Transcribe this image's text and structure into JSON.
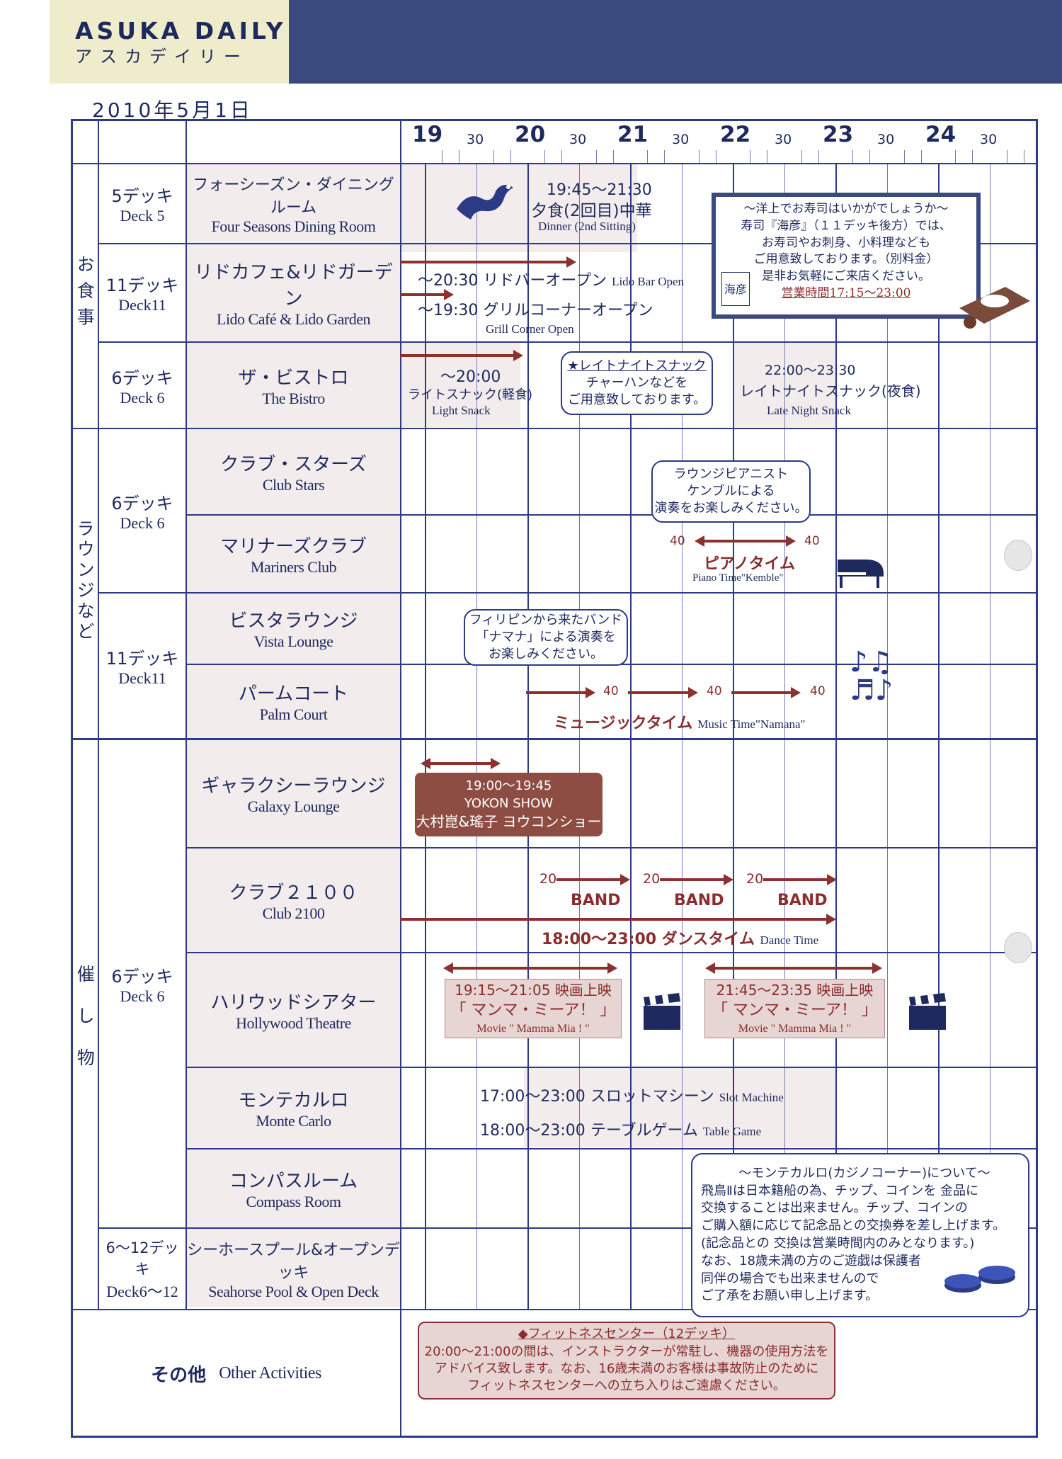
{
  "header": {
    "brand_en": "ASUKA DAILY",
    "brand_jp": "アスカデイリー",
    "date": "2010年5月1日"
  },
  "timeline": {
    "hours": [
      "19",
      "20",
      "21",
      "22",
      "23",
      "24"
    ],
    "half": "30"
  },
  "categories": {
    "dining": "お食事",
    "lounge": "ラウンジなど",
    "events": "催し物",
    "other": "その他",
    "other_en": "Other Activities"
  },
  "decks": {
    "d5": {
      "jp": "5デッキ",
      "en": "Deck 5"
    },
    "d11a": {
      "jp": "11デッキ",
      "en": "Deck11"
    },
    "d6a": {
      "jp": "6デッキ",
      "en": "Deck 6"
    },
    "d6b": {
      "jp": "6デッキ",
      "en": "Deck 6"
    },
    "d11b": {
      "jp": "11デッキ",
      "en": "Deck11"
    },
    "d6c": {
      "jp": "6デッキ",
      "en": "Deck 6"
    },
    "d612": {
      "jp": "6〜12デッキ",
      "en": "Deck6〜12"
    }
  },
  "venues": {
    "four_seasons": {
      "jp": "フォーシーズン・ダイニングルーム",
      "en": "Four Seasons Dining Room"
    },
    "lido": {
      "jp": "リドカフェ&リドガーデン",
      "en": "Lido Café & Lido Garden"
    },
    "bistro": {
      "jp": "ザ・ビストロ",
      "en": "The Bistro"
    },
    "club_stars": {
      "jp": "クラブ・スターズ",
      "en": "Club Stars"
    },
    "mariners": {
      "jp": "マリナーズクラブ",
      "en": "Mariners Club"
    },
    "vista": {
      "jp": "ビスタラウンジ",
      "en": "Vista Lounge"
    },
    "palm": {
      "jp": "パームコート",
      "en": "Palm Court"
    },
    "galaxy": {
      "jp": "ギャラクシーラウンジ",
      "en": "Galaxy Lounge"
    },
    "club2100": {
      "jp": "クラブ２１００",
      "en": "Club 2100"
    },
    "hollywood": {
      "jp": "ハリウッドシアター",
      "en": "Hollywood Theatre"
    },
    "monte": {
      "jp": "モンテカルロ",
      "en": "Monte Carlo"
    },
    "compass": {
      "jp": "コンパスルーム",
      "en": "Compass Room"
    },
    "seahorse": {
      "jp": "シーホースプール&オープンデッキ",
      "en": "Seahorse Pool & Open Deck"
    }
  },
  "events": {
    "dinner_time": "19:45〜21:30",
    "dinner_jp": "夕食(2回目)中華",
    "dinner_en": "Dinner (2nd Sitting)",
    "lido_bar_jp": "〜20:30 リドバーオープン",
    "lido_bar_en": "Lido Bar Open",
    "grill_jp": "〜19:30 グリルコーナーオープン",
    "grill_en": "Grill Corner Open",
    "light_time": "〜20:00",
    "light_jp": "ライトスナック(軽食)",
    "light_en": "Light Snack",
    "late_bubble_1": "★レイトナイトスナック",
    "late_bubble_2": "チャーハンなどを",
    "late_bubble_3": "ご用意致しております。",
    "late_time": "22:00〜23:30",
    "late_jp": "レイトナイトスナック(夜食)",
    "late_en": "Late Night Snack",
    "sushi_1": "〜洋上でお寿司はいかがでしょうか〜",
    "sushi_2": "寿司『海彦』（１１デッキ後方）では、",
    "sushi_3": "お寿司やお刺身、小料理なども",
    "sushi_4": "ご用意致しております。（別料金）",
    "sushi_5": "是非お気軽にご来店ください。",
    "sushi_hours": "営業時間17:15〜23:00",
    "sushi_logo": "海彦",
    "piano_bubble_1": "ラウンジピアニスト",
    "piano_bubble_2": "ケンブルによる",
    "piano_bubble_3": "演奏をお楽しみください。",
    "piano_num_l": "40",
    "piano_num_r": "40",
    "piano_jp": "ピアノタイム",
    "piano_en": "Piano Time\"Kemble\"",
    "band_bubble_1": "フィリピンから来たバンド",
    "band_bubble_2": "「ナマナ」による演奏を",
    "band_bubble_3": "お楽しみください。",
    "music_40a": "40",
    "music_40b": "40",
    "music_40c": "40",
    "music_jp": "ミュージックタイム",
    "music_en": "Music Time\"Namana\"",
    "yokon_1": "19:00〜19:45",
    "yokon_2": "YOKON SHOW",
    "yokon_3": "大村崑&瑤子 ヨウコンショー",
    "band_20a": "20",
    "band_20b": "20",
    "band_20c": "20",
    "band_label": "BAND",
    "dance_time": "18:00〜23:00",
    "dance_jp": "ダンスタイム",
    "dance_en": "Dance Time",
    "movie1_time": "19:15〜21:05 映画上映",
    "movie2_time": "21:45〜23:35 映画上映",
    "movie_title": "「 マンマ・ミーア！ 」",
    "movie_en": "Movie \" Mamma Mia ! \"",
    "slot_time": "17:00〜23:00",
    "slot_jp": "スロットマシーン",
    "slot_en": "Slot Machine",
    "table_time": "18:00〜23:00",
    "table_jp": "テーブルゲーム",
    "table_en": "Table Game",
    "casino_title": "〜モンテカルロ(カジノコーナー)について〜",
    "casino_1": "飛鳥Ⅱは日本籍船の為、チップ、コインを 金品に",
    "casino_2": "交換することは出来ません。チップ、コインの",
    "casino_3": "ご購入額に応じて記念品との交換券を差し上げます。",
    "casino_4": "(記念品との 交換は営業時間内のみとなります。)",
    "casino_5": "なお、18歳未満の方のご遊戯は保護者",
    "casino_6": "同伴の場合でも出来ませんので",
    "casino_7": "ご了承をお願い申し上げます。",
    "fitness_title": "◆フィットネスセンター（12デッキ）",
    "fitness_1": "20:00〜21:00の間は、インストラクターが常駐し、機器の使用方法を",
    "fitness_2": "アドバイス致します。なお、16歳未満のお客様は事故防止のために",
    "fitness_3": "フィットネスセンターへの立ち入りはご遠慮ください。"
  },
  "colors": {
    "ink": "#2c3b86",
    "accent": "#8c3030",
    "shade": "#f3ecec",
    "header": "#3b4a7e"
  }
}
